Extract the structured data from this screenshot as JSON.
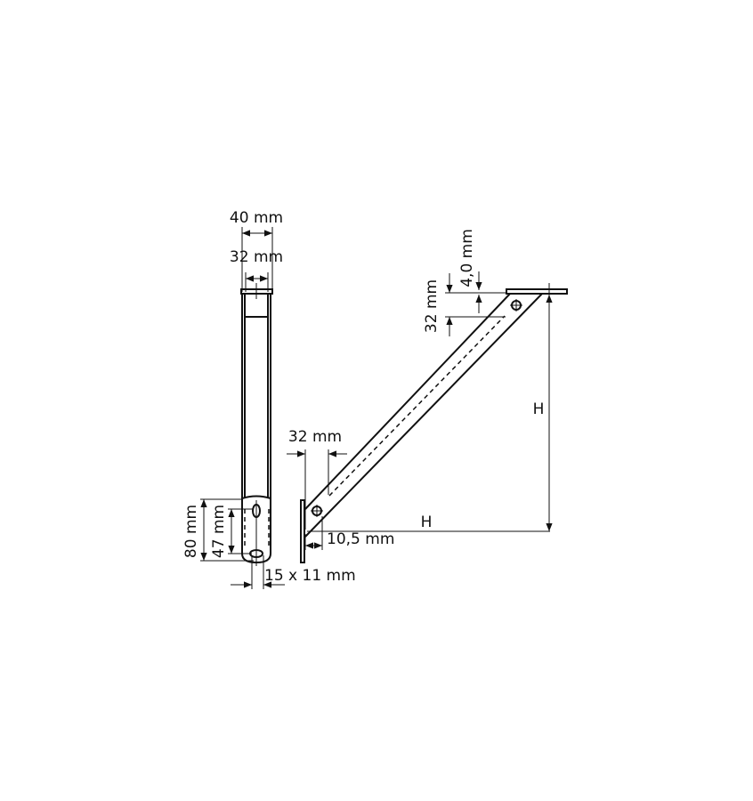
{
  "labels": {
    "plate_width": "40 mm",
    "bar_width": "32 mm",
    "foot_height": "80 mm",
    "slot_spacing": "47 mm",
    "slot_size": "15 x 11 mm",
    "base_offset": "32 mm",
    "hole_offset": "10,5 mm",
    "horizontal_h": "H",
    "vertical_h": "H",
    "plate_thickness": "4,0 mm",
    "top_offset": "32 mm"
  },
  "colors": {
    "line": "#111111",
    "background": "#ffffff"
  }
}
